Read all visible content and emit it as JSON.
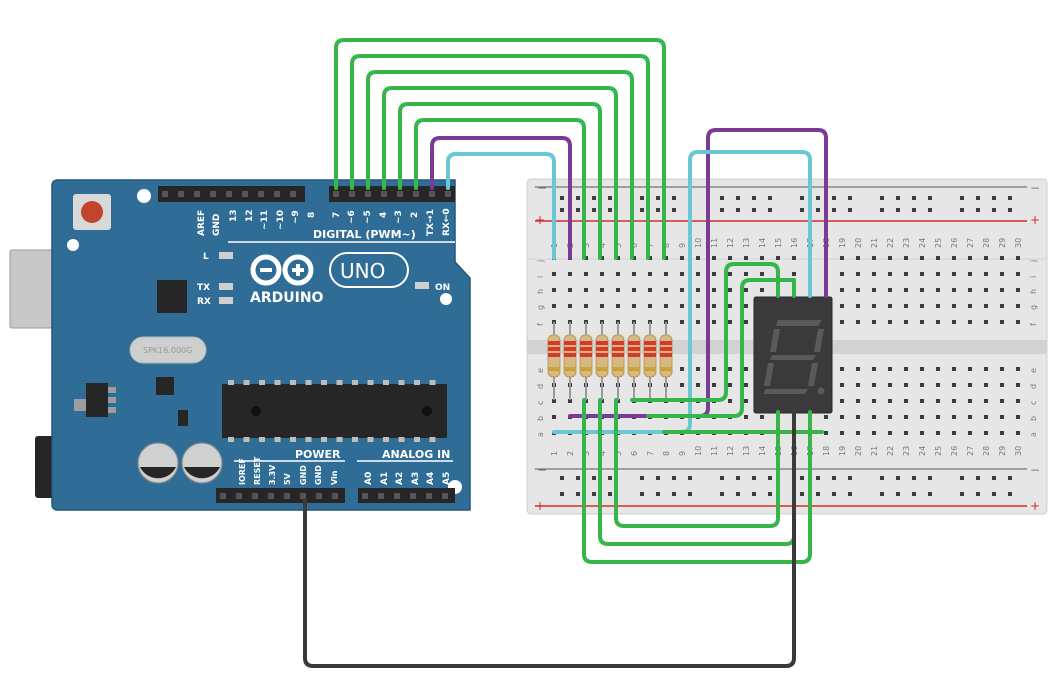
{
  "arduino": {
    "digital_header_label": "DIGITAL (PWM~)",
    "digital_pins": [
      "AREF",
      "GND",
      "13",
      "12",
      "~11",
      "~10",
      "~9",
      "8",
      "7",
      "~6",
      "~5",
      "4",
      "~3",
      "2",
      "TX→1",
      "RX←0"
    ],
    "power_label": "POWER",
    "power_pins": [
      "IOREF",
      "RESET",
      "3.3V",
      "5V",
      "GND",
      "GND",
      "Vin"
    ],
    "analog_label": "ANALOG IN",
    "analog_pins": [
      "A0",
      "A1",
      "A2",
      "A3",
      "A4",
      "A5"
    ],
    "brand": "ARDUINO",
    "model": "UNO",
    "led_l": "L",
    "led_tx": "TX",
    "led_rx": "RX",
    "led_on": "ON",
    "crystal": "SPK16.000G"
  },
  "breadboard": {
    "row_letters_top": [
      "j",
      "i",
      "h",
      "g",
      "f"
    ],
    "row_letters_bottom": [
      "e",
      "d",
      "c",
      "b",
      "a"
    ],
    "rail_minus": "−",
    "rail_plus": "+",
    "column_count": 30
  },
  "colors": {
    "board": "#2f6d96",
    "wire_green": "#35b54a",
    "wire_purple": "#7a3b96",
    "wire_cyan": "#6cc7d5",
    "wire_black": "#3a3a3a",
    "rail_red": "#d62b2b",
    "segment_body": "#3a3a3a"
  },
  "display": {
    "digit": "8"
  }
}
